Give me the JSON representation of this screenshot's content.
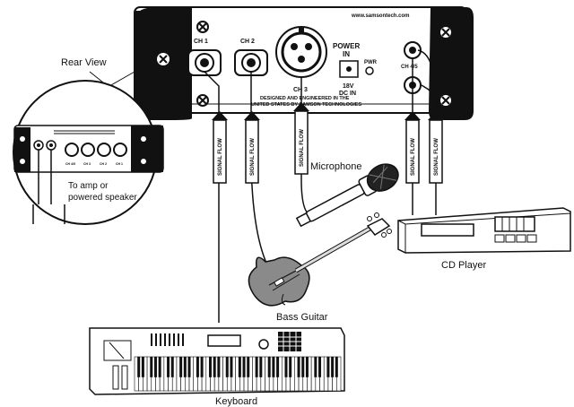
{
  "labels": {
    "rear_view": "Rear View",
    "microphone": "Microphone",
    "cd_player": "CD Player",
    "bass_guitar": "Bass Guitar",
    "keyboard": "Keyboard",
    "to_amp": "To amp or",
    "powered_speaker": "powered speaker"
  },
  "panel": {
    "website": "www.samsontech.com",
    "ch1": "CH 1",
    "ch2": "CH 2",
    "ch3": "CH 3",
    "ch45": "CH 4/5",
    "power_in_line1": "POWER",
    "power_in_line2": "IN",
    "pwr": "PWR",
    "dc_line1": "18V",
    "dc_line2": "DC IN",
    "designed_line1": "DESIGNED AND ENGINEERED IN THE",
    "designed_line2": "UNITED STATES BY SAMSON TECHNOLOGIES"
  },
  "signal_flow_text": "SIGNAL FLOW",
  "inset": {
    "knob_labels": [
      "CH 4/5",
      "CH 3",
      "CH 2",
      "CH 1"
    ]
  },
  "colors": {
    "ink": "#111111",
    "guitar_body": "#8a8a8a",
    "paper": "#ffffff"
  }
}
